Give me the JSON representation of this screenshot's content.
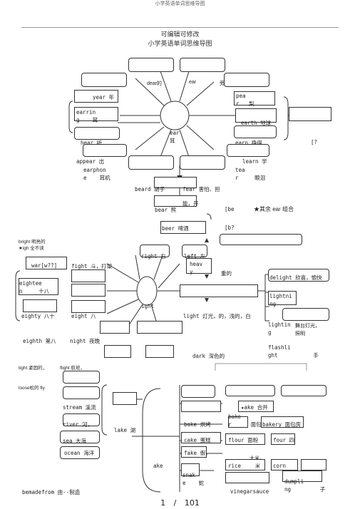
{
  "header": {
    "doc_title": "小学英语单词思维导图",
    "watermark": "可编辑可修改",
    "page_title": "小学英语单词思维导图"
  },
  "footer": {
    "page": "1",
    "sep": "/",
    "total": "101"
  },
  "ear_map": {
    "center": "ear\n耳",
    "dear": "dear的",
    "ear": "ear",
    "side": "旁",
    "year": "year 年",
    "earring": "earrin\ng    耳",
    "hear": "hear    听",
    "appear": "appear   出",
    "earphone": "earphon\ne    耳机",
    "beard": "beard 胡子",
    "fear": "fear 害怕、担",
    "can_open": "能，开",
    "bear": "bear 熊",
    "pear": "pea\nr   梨",
    "earth": "earth 地球",
    "earn": "earn 挣得",
    "q_mark": "[?",
    "learn": "learn 学",
    "tear": "tea\nr     眼泪",
    "be_mark": "[be",
    "other": "★其余 ear 组合",
    "beer": "beer 啤酒",
    "b_mark": "[b?"
  },
  "ight_map": {
    "bright": "bright  明亮的",
    "igh_note": "★igh 全不读",
    "war": "war[w??]",
    "fight": "fight    斗，打架",
    "right": "right 右",
    "left": "left 左",
    "heavy": "heav\ny",
    "heavy_cn": "重的",
    "eighteen": "eightee\nn     十八",
    "delight": "delight 欣喜，愉快",
    "center": "ight",
    "lightning": "lightni\nng",
    "eighty": "eighty 八十",
    "eight": "eight   八",
    "light": "light 灯光，的，浅的，白",
    "lighting": "lightin\ng",
    "lighting_cn": "舞台灯光，\n照明",
    "eighth": "eighth  第八",
    "night": "night  夜晚",
    "flashlight": "flashli\nght           手",
    "dark": "dark 深色的",
    "tight": "tight  紧固的，",
    "flight": "flight 航班，",
    "loose": "loose松的   fly"
  },
  "ake_map": {
    "stream": "stream 溪流",
    "river": "river   河，",
    "lake": "lake 湖",
    "sea": "sea 大海",
    "ocean": "ocean  海洋",
    "center": "ake",
    "bemadefrom": "bemadefrom   由--制造",
    "star_ake": "★ake 合并",
    "bake": "bake 烘烤",
    "baker": "bake\nr      面包",
    "bakery": "bakery 面包房",
    "cake": "cake 蛋糕",
    "flour": "flour 面粉",
    "four": "four 四",
    "fake": "fake 假，",
    "rice": "rice",
    "rice_cn": "大米，",
    "mi": "米",
    "corn": "corn",
    "snake": "snak\ne    蛇",
    "vinegarsauce": "vinegarsauce",
    "dumpling": "dumpli\nng         子"
  }
}
